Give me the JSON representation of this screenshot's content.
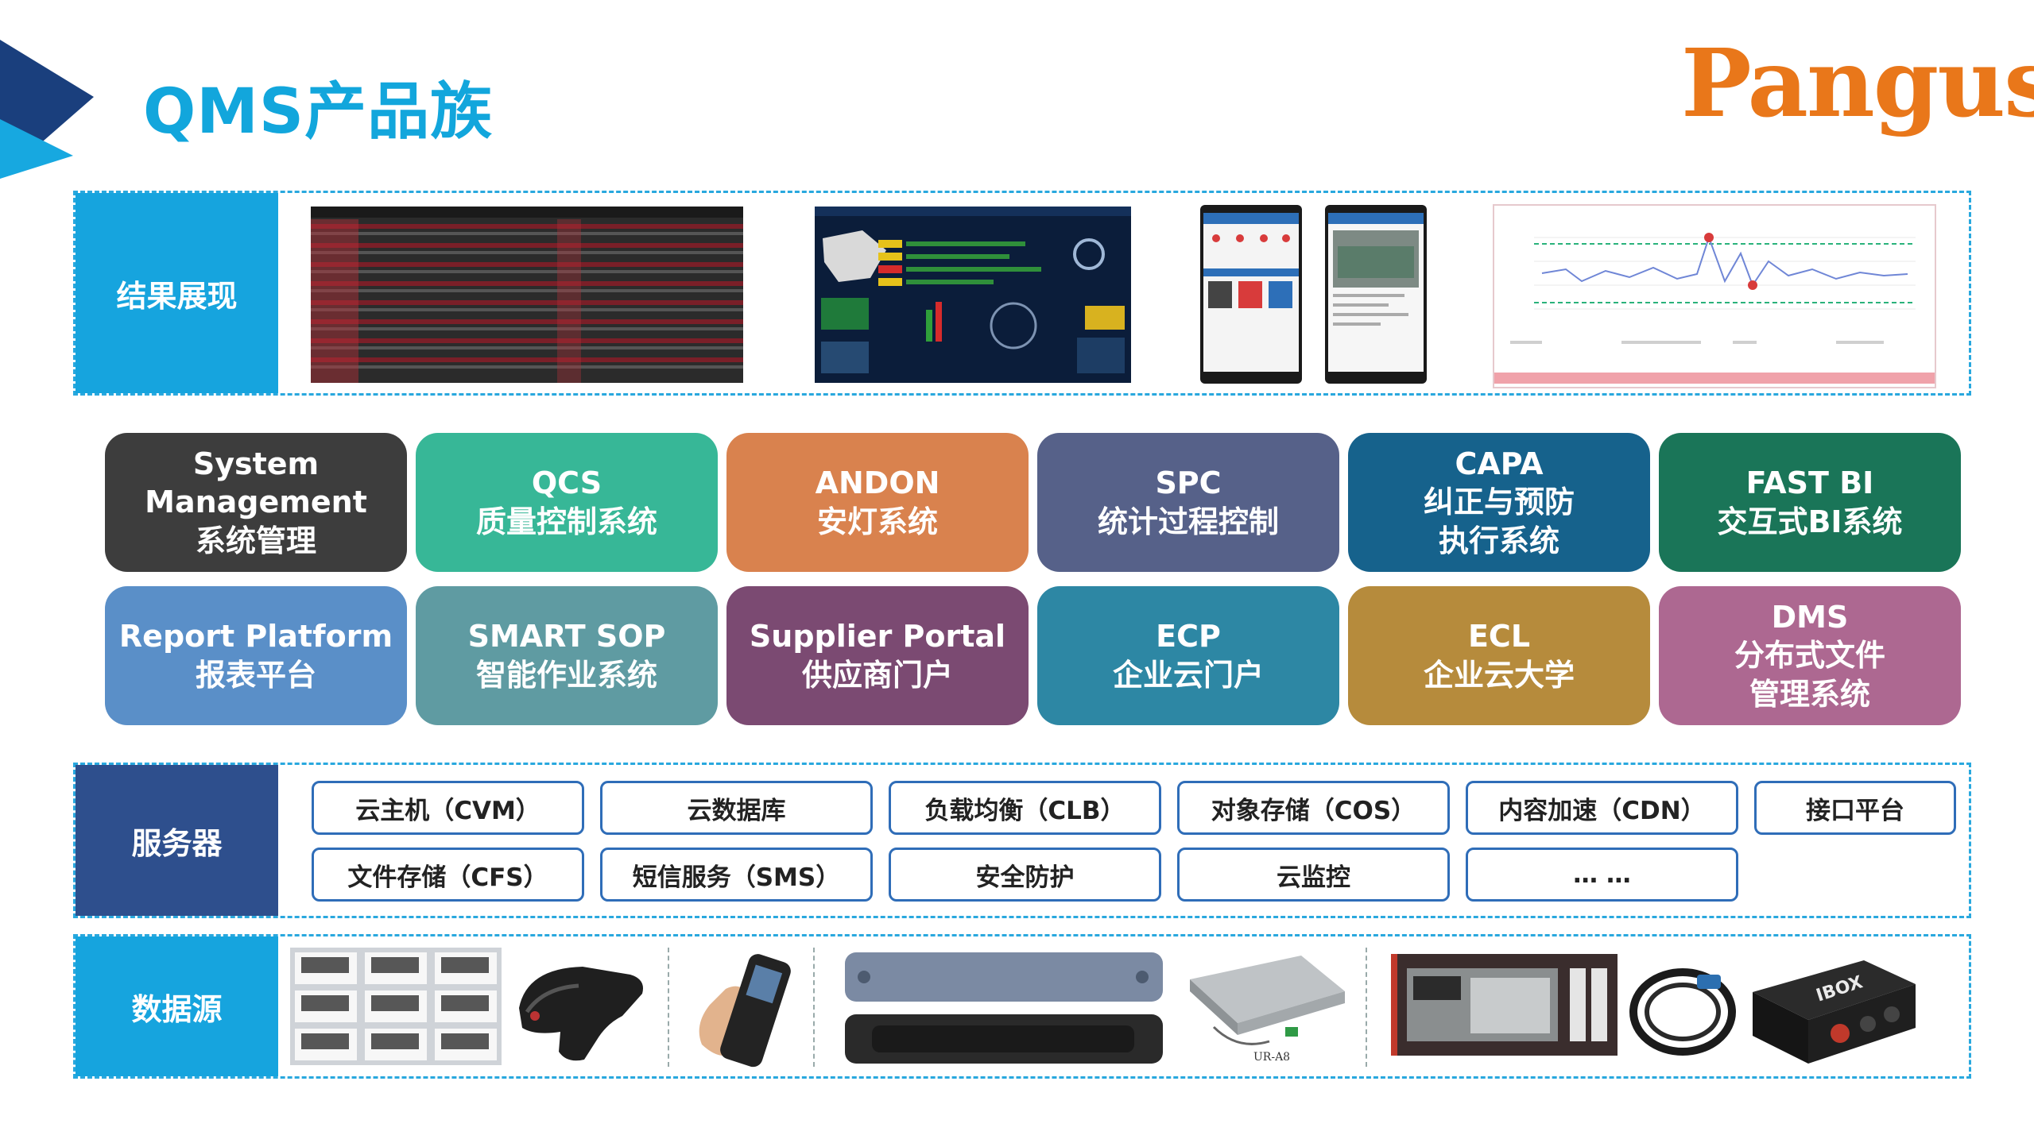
{
  "header": {
    "title": "QMS产品族",
    "logo_text": "Pangus",
    "accent_color": "#12a6dc",
    "logo_color": "#e9771a"
  },
  "results_section": {
    "label": "结果展现",
    "label_color": "#16a4de",
    "screens": [
      "table-dashboard",
      "map-dashboard",
      "mobile-app-1",
      "mobile-app-2",
      "line-chart-report"
    ]
  },
  "products": [
    {
      "lines": [
        "System",
        "Management",
        "系统管理"
      ],
      "color": "#3d3d3d"
    },
    {
      "lines": [
        "QCS",
        "质量控制系统"
      ],
      "color": "#37b797"
    },
    {
      "lines": [
        "ANDON",
        "安灯系统"
      ],
      "color": "#d9824e"
    },
    {
      "lines": [
        "SPC",
        "统计过程控制"
      ],
      "color": "#566189"
    },
    {
      "lines": [
        "CAPA",
        "纠正与预防",
        "执行系统"
      ],
      "color": "#16628c"
    },
    {
      "lines": [
        "FAST BI",
        "交互式BI系统"
      ],
      "color": "#1a7558"
    },
    {
      "lines": [
        "Report Platform",
        "报表平台"
      ],
      "color": "#5a8fc8"
    },
    {
      "lines": [
        "SMART SOP",
        "智能作业系统"
      ],
      "color": "#5f9ba2"
    },
    {
      "lines": [
        "Supplier Portal",
        "供应商门户"
      ],
      "color": "#7b4a72"
    },
    {
      "lines": [
        "ECP",
        "企业云门户"
      ],
      "color": "#2d87a4"
    },
    {
      "lines": [
        "ECL",
        "企业云大学"
      ],
      "color": "#b68b3c"
    },
    {
      "lines": [
        "DMS",
        "分布式文件",
        "管理系统"
      ],
      "color": "#ad6891"
    }
  ],
  "server_section": {
    "label": "服务器",
    "label_color": "#2e4f8d",
    "row1": [
      "云主机（CVM）",
      "云数据库",
      "负载均衡（CLB）",
      "对象存储（COS）",
      "内容加速（CDN）",
      "接口平台"
    ],
    "row2": [
      "文件存储（CFS）",
      "短信服务（SMS）",
      "安全防护",
      "云监控",
      "… …"
    ]
  },
  "data_section": {
    "label": "数据源",
    "label_color": "#16a4de",
    "devices": [
      "barcode-labels",
      "barcode-scanner",
      "handheld-terminal",
      "rfid-tags",
      "rfid-reader",
      "plc-controller",
      "sensor-cable",
      "io-box"
    ],
    "reader_caption": "UR-A8",
    "iobox_caption": "IBOX"
  }
}
